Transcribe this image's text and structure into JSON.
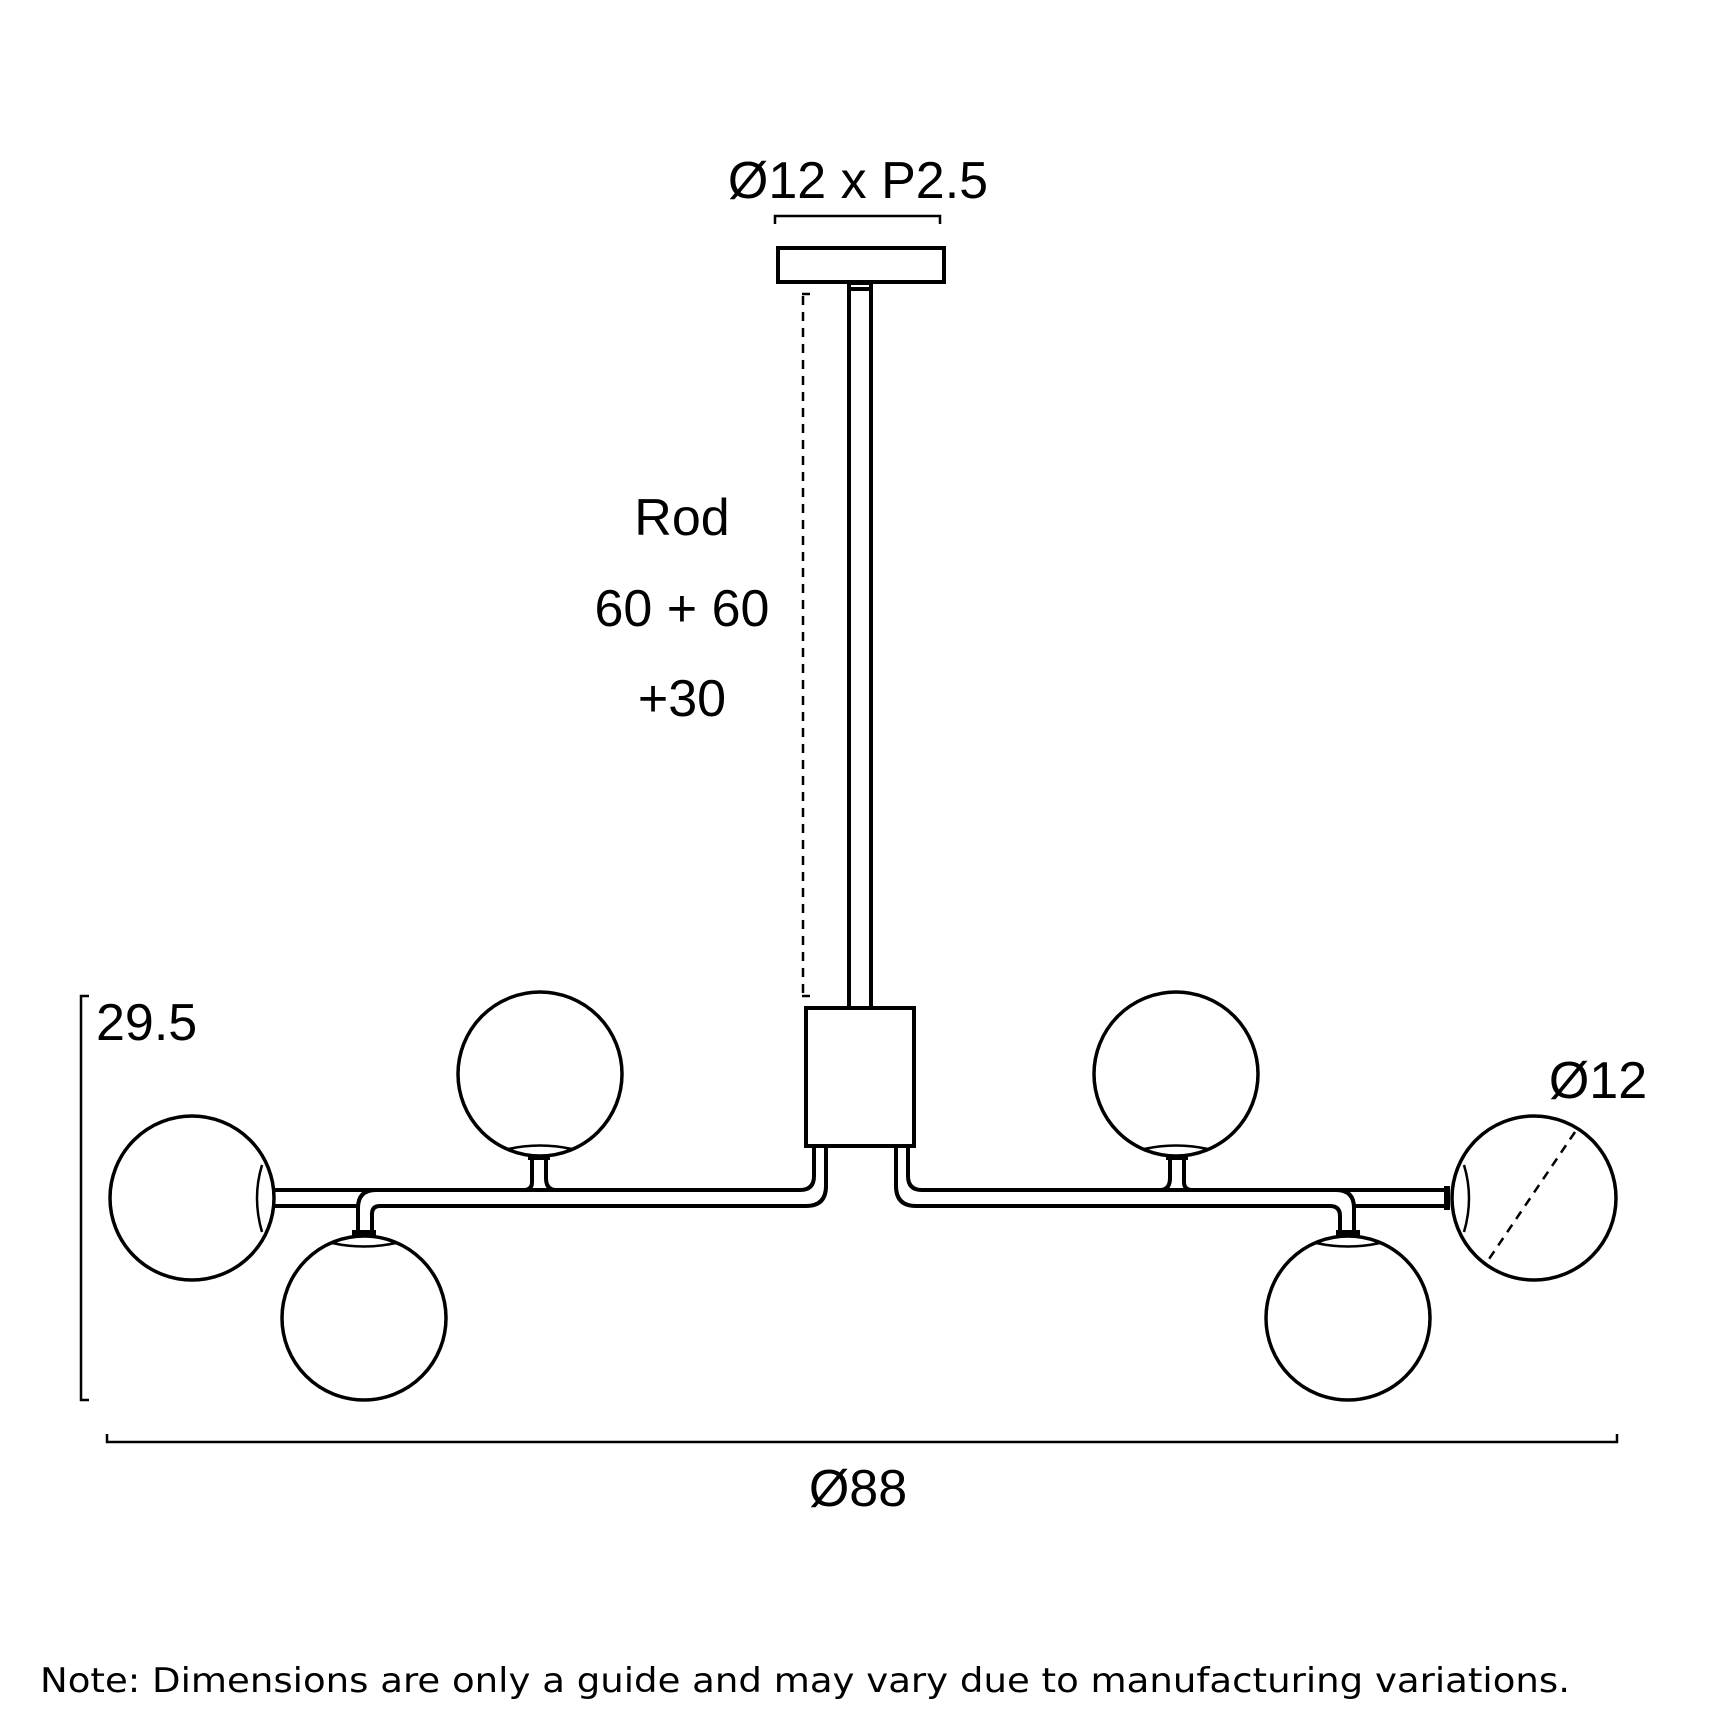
{
  "diagram": {
    "type": "pendant light dimension drawing",
    "colors": {
      "line": "#000000",
      "background": "#ffffff"
    },
    "labels": {
      "canopy_dimension": "Ø12 x P2.5",
      "rod_title": "Rod",
      "rod_line1": "60 + 60",
      "rod_line2": "+30",
      "height": "29.5",
      "globe_diameter": "Ø12",
      "overall_diameter": "Ø88"
    },
    "note": "Note: Dimensions are only a guide and may vary due to manufacturing variations.",
    "components": {
      "canopy": "ceiling canopy",
      "rod": "suspension rod",
      "hub": "central junction box",
      "globes_count": 6
    }
  }
}
